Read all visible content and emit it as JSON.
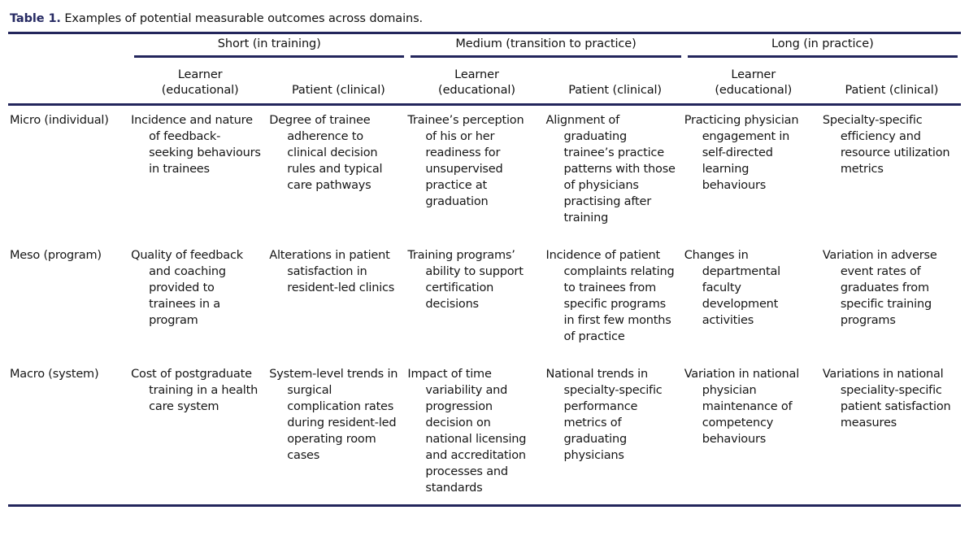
{
  "caption": {
    "label": "Table 1.",
    "text": "Examples of potential measurable outcomes across domains."
  },
  "colors": {
    "rule": "#23265c",
    "caption_label": "#262a63",
    "body_text": "#161616"
  },
  "table": {
    "group_headers": [
      {
        "label": "Short (in training)"
      },
      {
        "label": "Medium (transition to practice)"
      },
      {
        "label": "Long (in practice)"
      }
    ],
    "sub_headers": [
      "Learner\n(educational)",
      "Patient (clinical)",
      "Learner\n(educational)",
      "Patient (clinical)",
      "Learner\n(educational)",
      "Patient (clinical)"
    ],
    "rows": [
      {
        "label": "Micro (individual)",
        "cells": [
          "Incidence and nature of feedback-seeking behaviours in trainees",
          "Degree of trainee adherence to clinical decision rules and typical care pathways",
          "Trainee’s perception of his or her readiness for unsupervised practice at graduation",
          "Alignment of graduating trainee’s practice patterns with those of physicians practising after training",
          "Practicing physician engagement in self-directed learning behaviours",
          "Specialty-specific efficiency and resource utilization metrics"
        ]
      },
      {
        "label": "Meso (program)",
        "cells": [
          "Quality of feedback and coaching provided to trainees in a program",
          "Alterations in patient satisfaction in resident-led clinics",
          "Training programs’ ability to support certification decisions",
          "Incidence of patient complaints relating to trainees from specific programs in first few months of practice",
          "Changes in departmental faculty development activities",
          "Variation in adverse event rates of graduates from specific training programs"
        ]
      },
      {
        "label": "Macro (system)",
        "cells": [
          "Cost of postgraduate training in a health care system",
          "System-level trends in surgical complication rates during resident-led operating room cases",
          "Impact of time variability and progression decision on national licensing and accreditation processes and standards",
          "National trends in specialty-specific performance metrics of graduating physicians",
          "Variation in national physician maintenance of competency behaviours",
          "Variations in national speciality-specific patient satisfaction measures"
        ]
      }
    ]
  }
}
